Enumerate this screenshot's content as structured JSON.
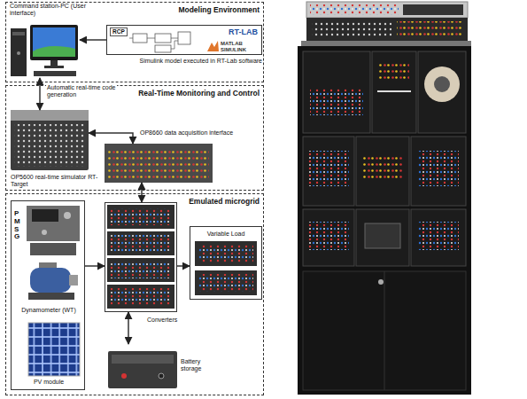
{
  "diagram": {
    "nodes": [
      {
        "text": [
          "Modeling Environment"
        ]
      },
      {
        "text": [
          "Command station-PC (User interface)"
        ],
        "in": 0
      },
      {
        "text": [
          "RCP",
          "RT-LAB",
          "MATLAB",
          "SIMULINK",
          "Simulink model executed in RT-Lab software"
        ],
        "in": 0
      },
      {
        "text": [
          "Real-Time Monitoring and Control"
        ]
      },
      {
        "text": [
          "OP5600 real-time simulator RT-Target"
        ],
        "in": 3
      },
      {
        "text": [
          "OP8660 data acquisition interface"
        ],
        "in": 3
      },
      {
        "text": [
          "Emulated microgrid"
        ]
      },
      {
        "text": [
          "PMSG"
        ],
        "in": 6
      },
      {
        "text": [
          "Dynamometer (WT)"
        ],
        "in": 7
      },
      {
        "text": [
          "PV module"
        ],
        "in": 7
      },
      {
        "text": [
          "Converters"
        ],
        "in": 6
      },
      {
        "text": [
          "Variable Load"
        ],
        "in": 6
      },
      {
        "text": [
          "Battery storage"
        ],
        "in": 6
      }
    ],
    "edges": [
      {
        "from": 2,
        "to": 1,
        "arrow": "to"
      },
      {
        "from": 1,
        "to": 4,
        "arrow": "both",
        "label": "Automatic real-time code generation"
      },
      {
        "from": 4,
        "to": 5,
        "arrow": "both"
      },
      {
        "from": 5,
        "to": 10,
        "arrow": "both"
      },
      {
        "from": 7,
        "to": 10,
        "arrow": "to"
      },
      {
        "from": 10,
        "to": 11,
        "arrow": "to"
      },
      {
        "from": 10,
        "to": 12,
        "arrow": "both"
      }
    ]
  }
}
